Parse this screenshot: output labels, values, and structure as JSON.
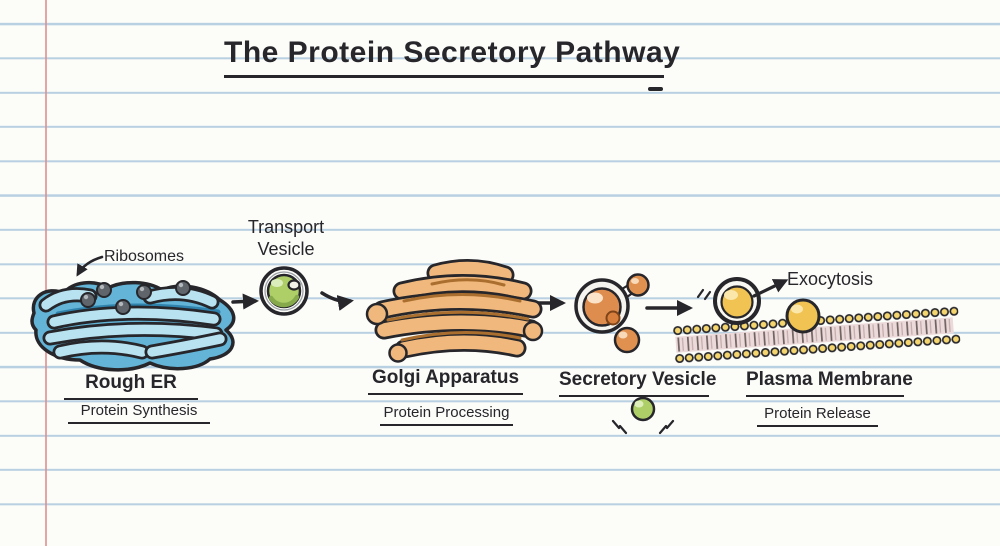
{
  "page": {
    "title": "The Protein Secretory Pathway"
  },
  "annotations": {
    "ribosomes": "Ribosomes",
    "transport_vesicle": {
      "line1": "Transport",
      "line2": "Vesicle"
    },
    "exocytosis": "Exocytosis"
  },
  "stages": [
    {
      "name": "Rough ER",
      "function": "Protein Synthesis"
    },
    {
      "name": "Golgi Apparatus",
      "function": "Protein Processing"
    },
    {
      "name": "Secretory Vesicle"
    },
    {
      "name": "Plasma Membrane",
      "function": "Protein Release"
    }
  ],
  "colors": {
    "ink": "#26262b",
    "er_blue": "#63b4d6",
    "er_fold_light": "#b8e2f0",
    "er_shade": "#2f83ad",
    "golgi_orange": "#f0b87c",
    "golgi_shade": "#aa6f2e",
    "vesicle_green": "#aecf68",
    "vesicle_orange": "#df8d4f",
    "membrane_yellow": "#f4d56e",
    "gold_vesicle": "#f0c352",
    "ribosome_gray": "#60656c",
    "paper_line_blue": "#80acce",
    "margin_red": "#dd8f8f"
  }
}
